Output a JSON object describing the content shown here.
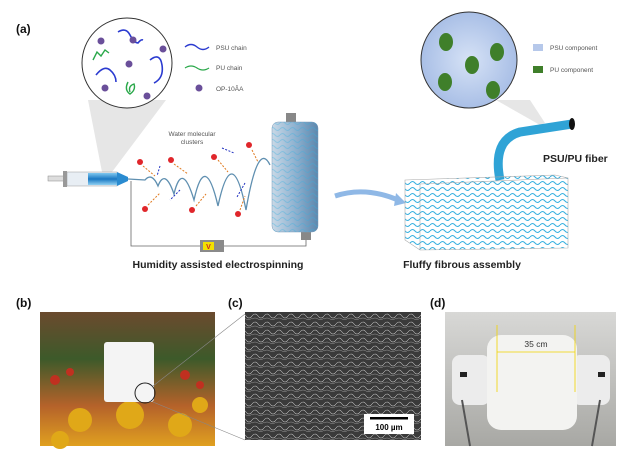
{
  "panels": {
    "a": {
      "label": "(a)",
      "legend_left": [
        {
          "name": "psu-chain",
          "text": "PSU chain",
          "color": "#2b3bd0"
        },
        {
          "name": "pu-chain",
          "text": "PU chain",
          "color": "#2aa84a"
        },
        {
          "name": "op-10a",
          "text": "OP-10ÂA",
          "color": "#6a4f9a"
        }
      ],
      "legend_right": [
        {
          "name": "psu-component",
          "text": "PSU component",
          "color": "#b6c8ea"
        },
        {
          "name": "pu-component",
          "text": "PU component",
          "color": "#3f7f2a"
        }
      ],
      "water_label_1": "Water molecular",
      "water_label_2": "clusters",
      "voltage": "V",
      "fiber_label": "PSU/PU fiber",
      "caption_left": "Humidity assisted electrospinning",
      "caption_right": "Fluffy fibrous assembly"
    },
    "b": {
      "label": "(b)"
    },
    "c": {
      "label": "(c)",
      "scale_bar": "100 µm"
    },
    "d": {
      "label": "(d)",
      "dimension": "35 cm"
    }
  },
  "colors": {
    "fiber_blue": "#2fa3d6",
    "drum_blue": "#8fb8d8",
    "water_red": "#e0262b"
  }
}
